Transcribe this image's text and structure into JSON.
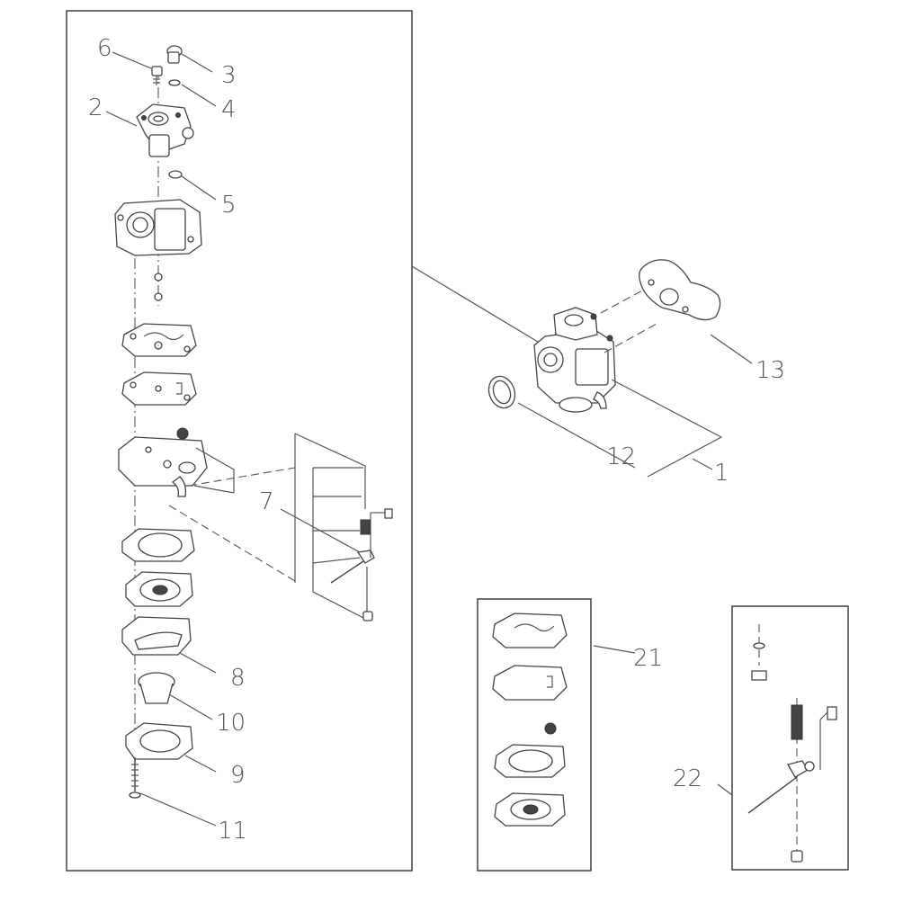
{
  "diagram": {
    "callouts": [
      {
        "id": "c1",
        "label": "1"
      },
      {
        "id": "c2",
        "label": "2"
      },
      {
        "id": "c3",
        "label": "3"
      },
      {
        "id": "c4",
        "label": "4"
      },
      {
        "id": "c5",
        "label": "5"
      },
      {
        "id": "c6",
        "label": "6"
      },
      {
        "id": "c7",
        "label": "7"
      },
      {
        "id": "c8",
        "label": "8"
      },
      {
        "id": "c9",
        "label": "9"
      },
      {
        "id": "c10",
        "label": "10"
      },
      {
        "id": "c11",
        "label": "11"
      },
      {
        "id": "c12",
        "label": "12"
      },
      {
        "id": "c13",
        "label": "13"
      },
      {
        "id": "c21",
        "label": "21"
      },
      {
        "id": "c22",
        "label": "22"
      }
    ],
    "colors": {
      "ink": "#444444",
      "label": "#555555",
      "background": "#ffffff"
    }
  }
}
